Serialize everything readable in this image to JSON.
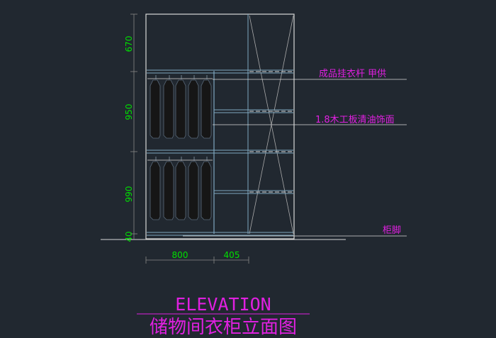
{
  "drawing": {
    "background": "#212830",
    "colors": {
      "outline": "#d8d8d8",
      "frame": "#7fa7bf",
      "dimension": "#00e000",
      "annotation": "#e020e0",
      "garment": "#1a1a1a"
    },
    "vertical_dimensions": [
      "670",
      "950",
      "990",
      "40"
    ],
    "horizontal_dimensions": [
      "800",
      "405"
    ],
    "callouts": {
      "rod": "成品挂衣杆  甲供",
      "board": "1.8木工板清油饰面",
      "base": "柜脚"
    },
    "title_en": "ELEVATION",
    "title_cn": "储物间衣柜立面图"
  }
}
